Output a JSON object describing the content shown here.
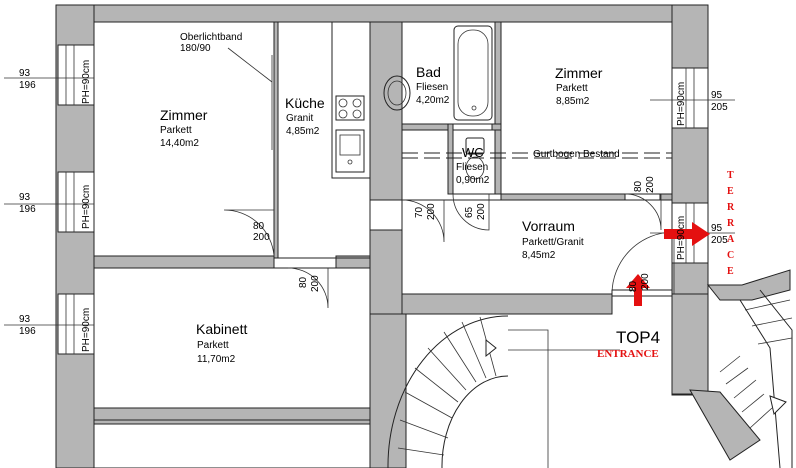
{
  "rooms": [
    {
      "id": "zimmer1",
      "name": "Zimmer",
      "floor": "Parkett",
      "area": "14,40m2"
    },
    {
      "id": "kueche",
      "name": "Küche",
      "floor": "Granit",
      "area": "4,85m2"
    },
    {
      "id": "bad",
      "name": "Bad",
      "floor": "Fliesen",
      "area": "4,20m2"
    },
    {
      "id": "zimmer2",
      "name": "Zimmer",
      "floor": "Parkett",
      "area": "8,85m2"
    },
    {
      "id": "wc",
      "name": "WC",
      "floor": "Fliesen",
      "area": "0,90m2"
    },
    {
      "id": "vorraum",
      "name": "Vorraum",
      "floor": "Parkett/Granit",
      "area": "8,45m2"
    },
    {
      "id": "kabinett",
      "name": "Kabinett",
      "floor": "Parkett",
      "area": "11,70m2"
    }
  ],
  "labels": {
    "oberlicht_1": "Oberlichtband",
    "oberlicht_2": "180/90",
    "gurtbogen": "Gurtbogen Bestand",
    "top": "TOP4",
    "entrance": "ENTRANCE",
    "terrace": [
      "T",
      "E",
      "R",
      "R",
      "A",
      "C",
      "E"
    ],
    "window_ph": "PH=90cm"
  },
  "window_dims": {
    "left_top_1": "93",
    "left_top_2": "196",
    "left_mid_1": "93",
    "left_mid_2": "196",
    "left_bot_1": "93",
    "left_bot_2": "196",
    "right_top_1": "95",
    "right_top_2": "205",
    "right_mid_1": "95",
    "right_mid_2": "205"
  },
  "door_dims": {
    "d1_w": "80",
    "d1_h": "200",
    "d2_w": "80",
    "d2_h": "200",
    "d3_w": "70",
    "d3_h": "200",
    "d4_w": "65",
    "d4_h": "200",
    "d5_w": "80",
    "d5_h": "200",
    "d6_w": "80",
    "d6_h": "200"
  },
  "colors": {
    "wall": "#b5b5b5",
    "accent": "#e41010",
    "line": "#222222"
  }
}
